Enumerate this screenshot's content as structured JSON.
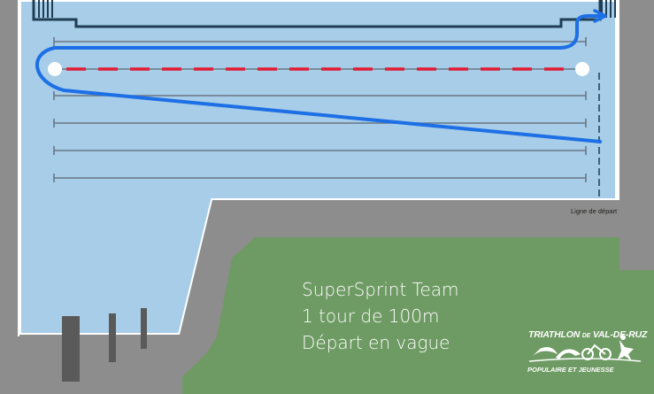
{
  "info": {
    "title": "SuperSprint Team",
    "laps": "1 tour de 100m",
    "start": "Départ en vague"
  },
  "start_line_label": "Ligne de départ",
  "logo": {
    "line1_a": "TRIATHLON",
    "line1_b": "DE",
    "line1_c": "VAL-DE-RUZ",
    "line2": "POPULAIRE ET JEUNESSE"
  },
  "colors": {
    "ground": "#8d8d8d",
    "pool_water": "#a7cde8",
    "pool_edge": "#ffffff",
    "grass": "#6e9a63",
    "swim_path": "#1d6fe6",
    "lane_rope": "#697785",
    "turn_buoy_line": "#e31b33"
  }
}
